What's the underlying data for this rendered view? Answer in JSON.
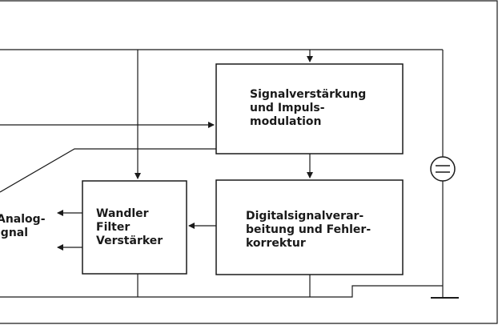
{
  "colors": {
    "ink": "#1a1a1a",
    "background": "#ffffff"
  },
  "blocks": {
    "signal_amplification": {
      "lines": [
        "Signalverstärkung",
        "und Impuls-",
        "modulation"
      ]
    },
    "converter": {
      "lines": [
        "Wandler",
        "Filter",
        "Verstärker"
      ]
    },
    "digital_processing": {
      "lines": [
        "Digitalsignalverar-",
        "beitung und Fehler-",
        "korrektur"
      ]
    }
  },
  "output": {
    "lines": [
      "Analog-",
      "ignal"
    ]
  },
  "icons": {
    "power_supply": "dc-power-supply-icon",
    "ground": "ground-icon"
  }
}
